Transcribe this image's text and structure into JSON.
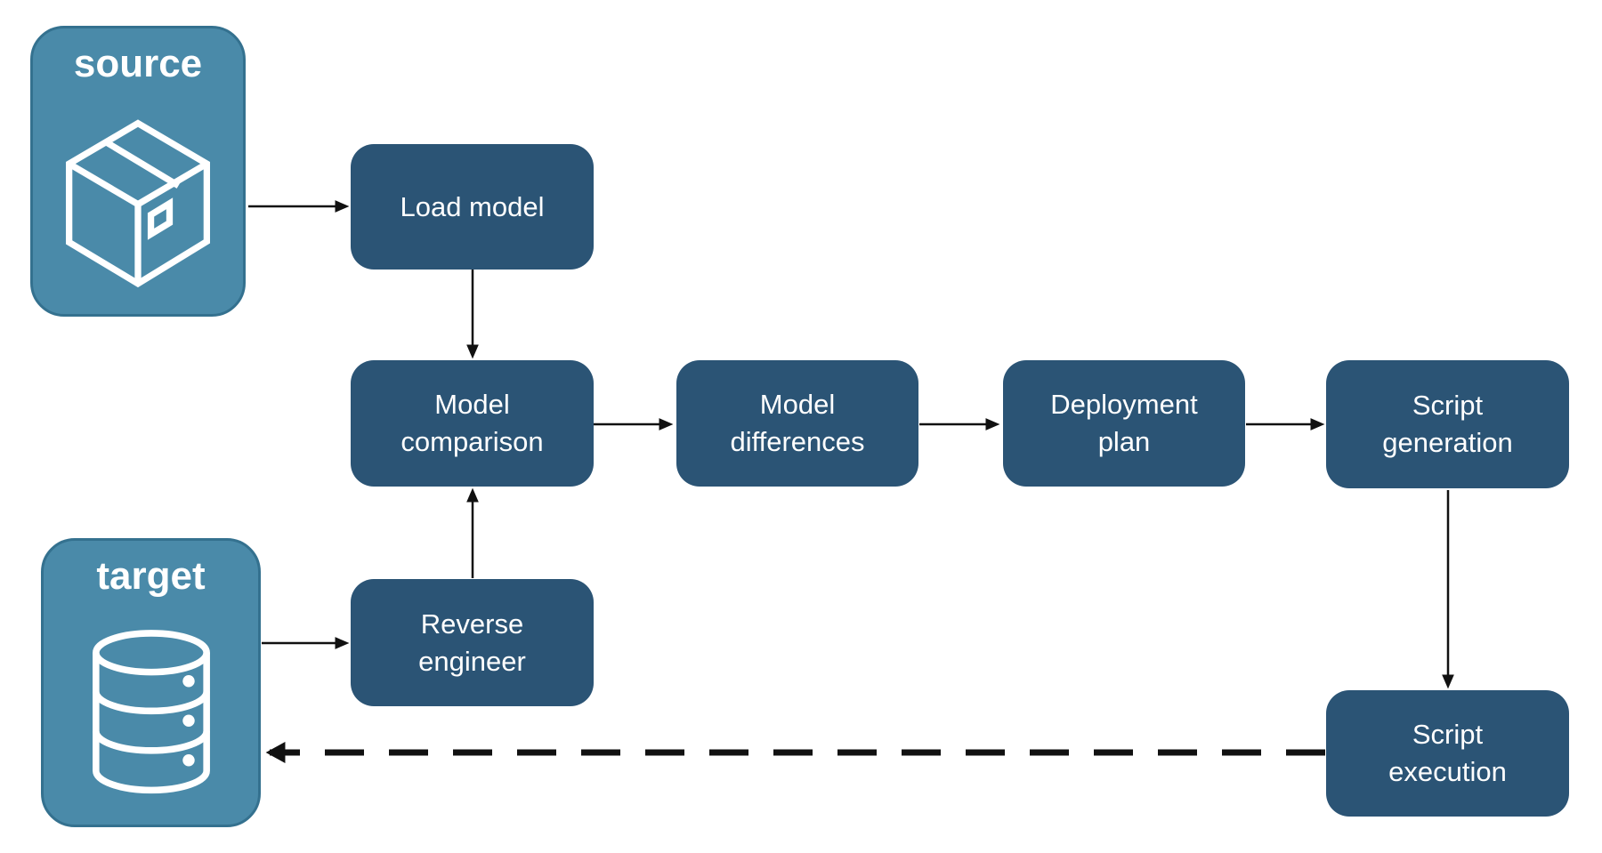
{
  "colors": {
    "node_fill": "#2B5475",
    "endpoint_fill": "#4A8AA9",
    "endpoint_border": "#34718F",
    "arrow_color": "#111111",
    "label_color": "#FFFFFF",
    "background": "#FFFFFF"
  },
  "endpoints": {
    "source": {
      "label": "source",
      "icon": "package-icon"
    },
    "target": {
      "label": "target",
      "icon": "database-icon"
    }
  },
  "nodes": {
    "load_model": {
      "label": "Load model"
    },
    "model_comparison": {
      "label": "Model\ncomparison"
    },
    "model_differences": {
      "label": "Model\ndifferences"
    },
    "deployment_plan": {
      "label": "Deployment\nplan"
    },
    "script_generation": {
      "label": "Script\ngeneration"
    },
    "reverse_engineer": {
      "label": "Reverse\nengineer"
    },
    "script_execution": {
      "label": "Script\nexecution"
    }
  },
  "edges": [
    {
      "from": "source",
      "to": "load_model",
      "style": "solid"
    },
    {
      "from": "load_model",
      "to": "model_comparison",
      "style": "solid"
    },
    {
      "from": "model_comparison",
      "to": "model_differences",
      "style": "solid"
    },
    {
      "from": "model_differences",
      "to": "deployment_plan",
      "style": "solid"
    },
    {
      "from": "deployment_plan",
      "to": "script_generation",
      "style": "solid"
    },
    {
      "from": "script_generation",
      "to": "script_execution",
      "style": "solid"
    },
    {
      "from": "target",
      "to": "reverse_engineer",
      "style": "solid"
    },
    {
      "from": "reverse_engineer",
      "to": "model_comparison",
      "style": "solid"
    },
    {
      "from": "script_execution",
      "to": "target",
      "style": "dashed"
    }
  ]
}
